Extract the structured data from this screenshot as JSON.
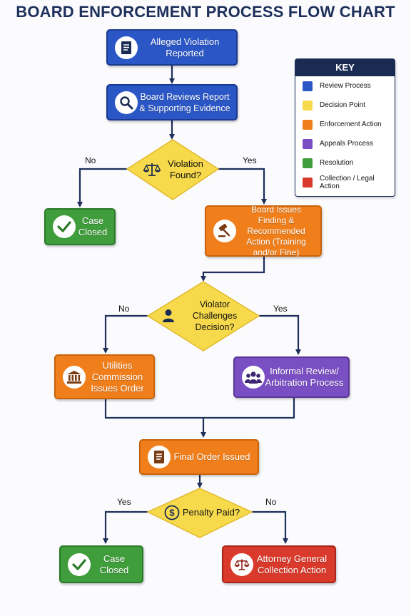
{
  "title": "BOARD ENFORCEMENT PROCESS FLOW CHART",
  "colors": {
    "review": "#2a56c6",
    "decision": "#f7d94c",
    "enforcement": "#f07f1b",
    "appeals": "#7b4fc4",
    "resolution": "#3f9d3b",
    "collection": "#d93a2b",
    "connector": "#1d2f5a"
  },
  "nodes": {
    "alleged_violation": {
      "label": "Alleged Violation Reported",
      "icon": "document-icon"
    },
    "board_reviews": {
      "label": "Board Reviews Report & Supporting Evidence",
      "icon": "magnifier-icon"
    },
    "violation_found": {
      "label": "Violation Found?",
      "icon": "scales-icon"
    },
    "case_closed_1": {
      "label": "Case Closed",
      "icon": "checkmark-icon"
    },
    "board_issues": {
      "label": "Board Issues Finding & Recommended Action (Training and/or Fine)",
      "icon": "gavel-icon"
    },
    "violator_challenges": {
      "label": "Violator Challenges Decision?",
      "icon": "person-icon"
    },
    "utilities_commission": {
      "label": "Utilities Commission Issues Order",
      "icon": "building-icon"
    },
    "informal_review": {
      "label": "Informal Review/ Arbitration Process",
      "icon": "group-icon"
    },
    "final_order": {
      "label": "Final Order Issued",
      "icon": "document-icon"
    },
    "penalty_paid": {
      "label": "Penalty Paid?",
      "icon": "dollar-icon"
    },
    "case_closed_2": {
      "label": "Case Closed",
      "icon": "checkmark-icon"
    },
    "attorney_general": {
      "label": "Attorney General Collection Action",
      "icon": "scales-icon"
    }
  },
  "edges": {
    "violation_no": "No",
    "violation_yes": "Yes",
    "challenge_no": "No",
    "challenge_yes": "Yes",
    "penalty_yes": "Yes",
    "penalty_no": "No"
  },
  "key": {
    "title": "KEY",
    "items": [
      {
        "label": "Review Process",
        "color": "#2a56c6"
      },
      {
        "label": "Decision Point",
        "color": "#f7d94c"
      },
      {
        "label": "Enforcement Action",
        "color": "#f07f1b"
      },
      {
        "label": "Appeals Process",
        "color": "#7b4fc4"
      },
      {
        "label": "Resolution",
        "color": "#3f9d3b"
      },
      {
        "label": "Collection / Legal Action",
        "color": "#d93a2b"
      }
    ]
  }
}
